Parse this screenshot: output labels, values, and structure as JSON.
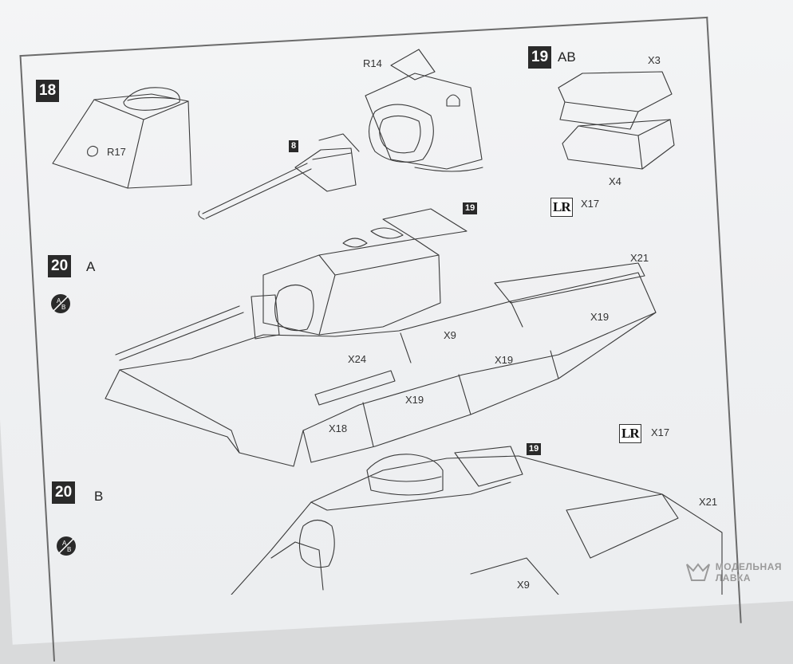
{
  "steps": [
    {
      "number": "18"
    },
    {
      "number": "19",
      "suffix": "AB"
    },
    {
      "number": "20",
      "suffix": "A"
    },
    {
      "number": "20",
      "suffix": "B"
    }
  ],
  "refs": {
    "step8": "8",
    "step19_a": "19",
    "step19_b": "19"
  },
  "parts": {
    "r14": "R14",
    "r17": "R17",
    "x3": "X3",
    "x4": "X4",
    "x17_a": "X17",
    "x21_a": "X21",
    "x9_a": "X9",
    "x19_a": "X19",
    "x19_b": "X19",
    "x19_c": "X19",
    "x18": "X18",
    "x24": "X24",
    "x17_b": "X17",
    "x21_b": "X21",
    "x9_b": "X9"
  },
  "lr_badge": "LR",
  "ab_icon": {
    "a": "A",
    "b": "B"
  },
  "watermark": {
    "line1": "МОДЕЛЬНАЯ",
    "line2": "ЛАВКА"
  }
}
